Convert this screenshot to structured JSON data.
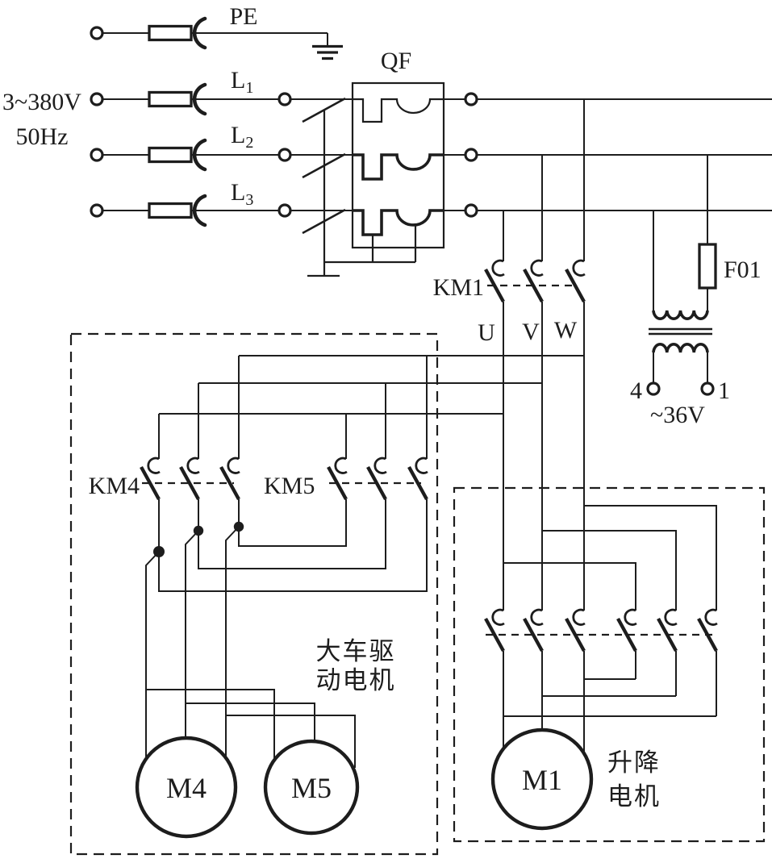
{
  "colors": {
    "line": "#1d1d1d",
    "background": "#ffffff"
  },
  "power": {
    "voltage": "3~380V",
    "frequency": "50Hz"
  },
  "feeders": {
    "pe": "PE",
    "l1": {
      "base": "L",
      "sub": "1"
    },
    "l2": {
      "base": "L",
      "sub": "2"
    },
    "l3": {
      "base": "L",
      "sub": "3"
    }
  },
  "breaker": {
    "label": "QF"
  },
  "main_contactor": {
    "label": "KM1"
  },
  "phases": {
    "u": "U",
    "v": "V",
    "w": "W"
  },
  "control": {
    "fuse_label": "F01",
    "transformer": {
      "left_terminal": "4",
      "right_terminal": "1",
      "secondary_voltage": "~36V"
    }
  },
  "cart_drive": {
    "km4_label": "KM4",
    "km5_label": "KM5",
    "motor1_label": "M4",
    "motor2_label": "M5",
    "caption_line1": "大车驱",
    "caption_line2": "动电机"
  },
  "hoist": {
    "motor_label": "M1",
    "caption_line1": "升降",
    "caption_line2": "电机"
  }
}
